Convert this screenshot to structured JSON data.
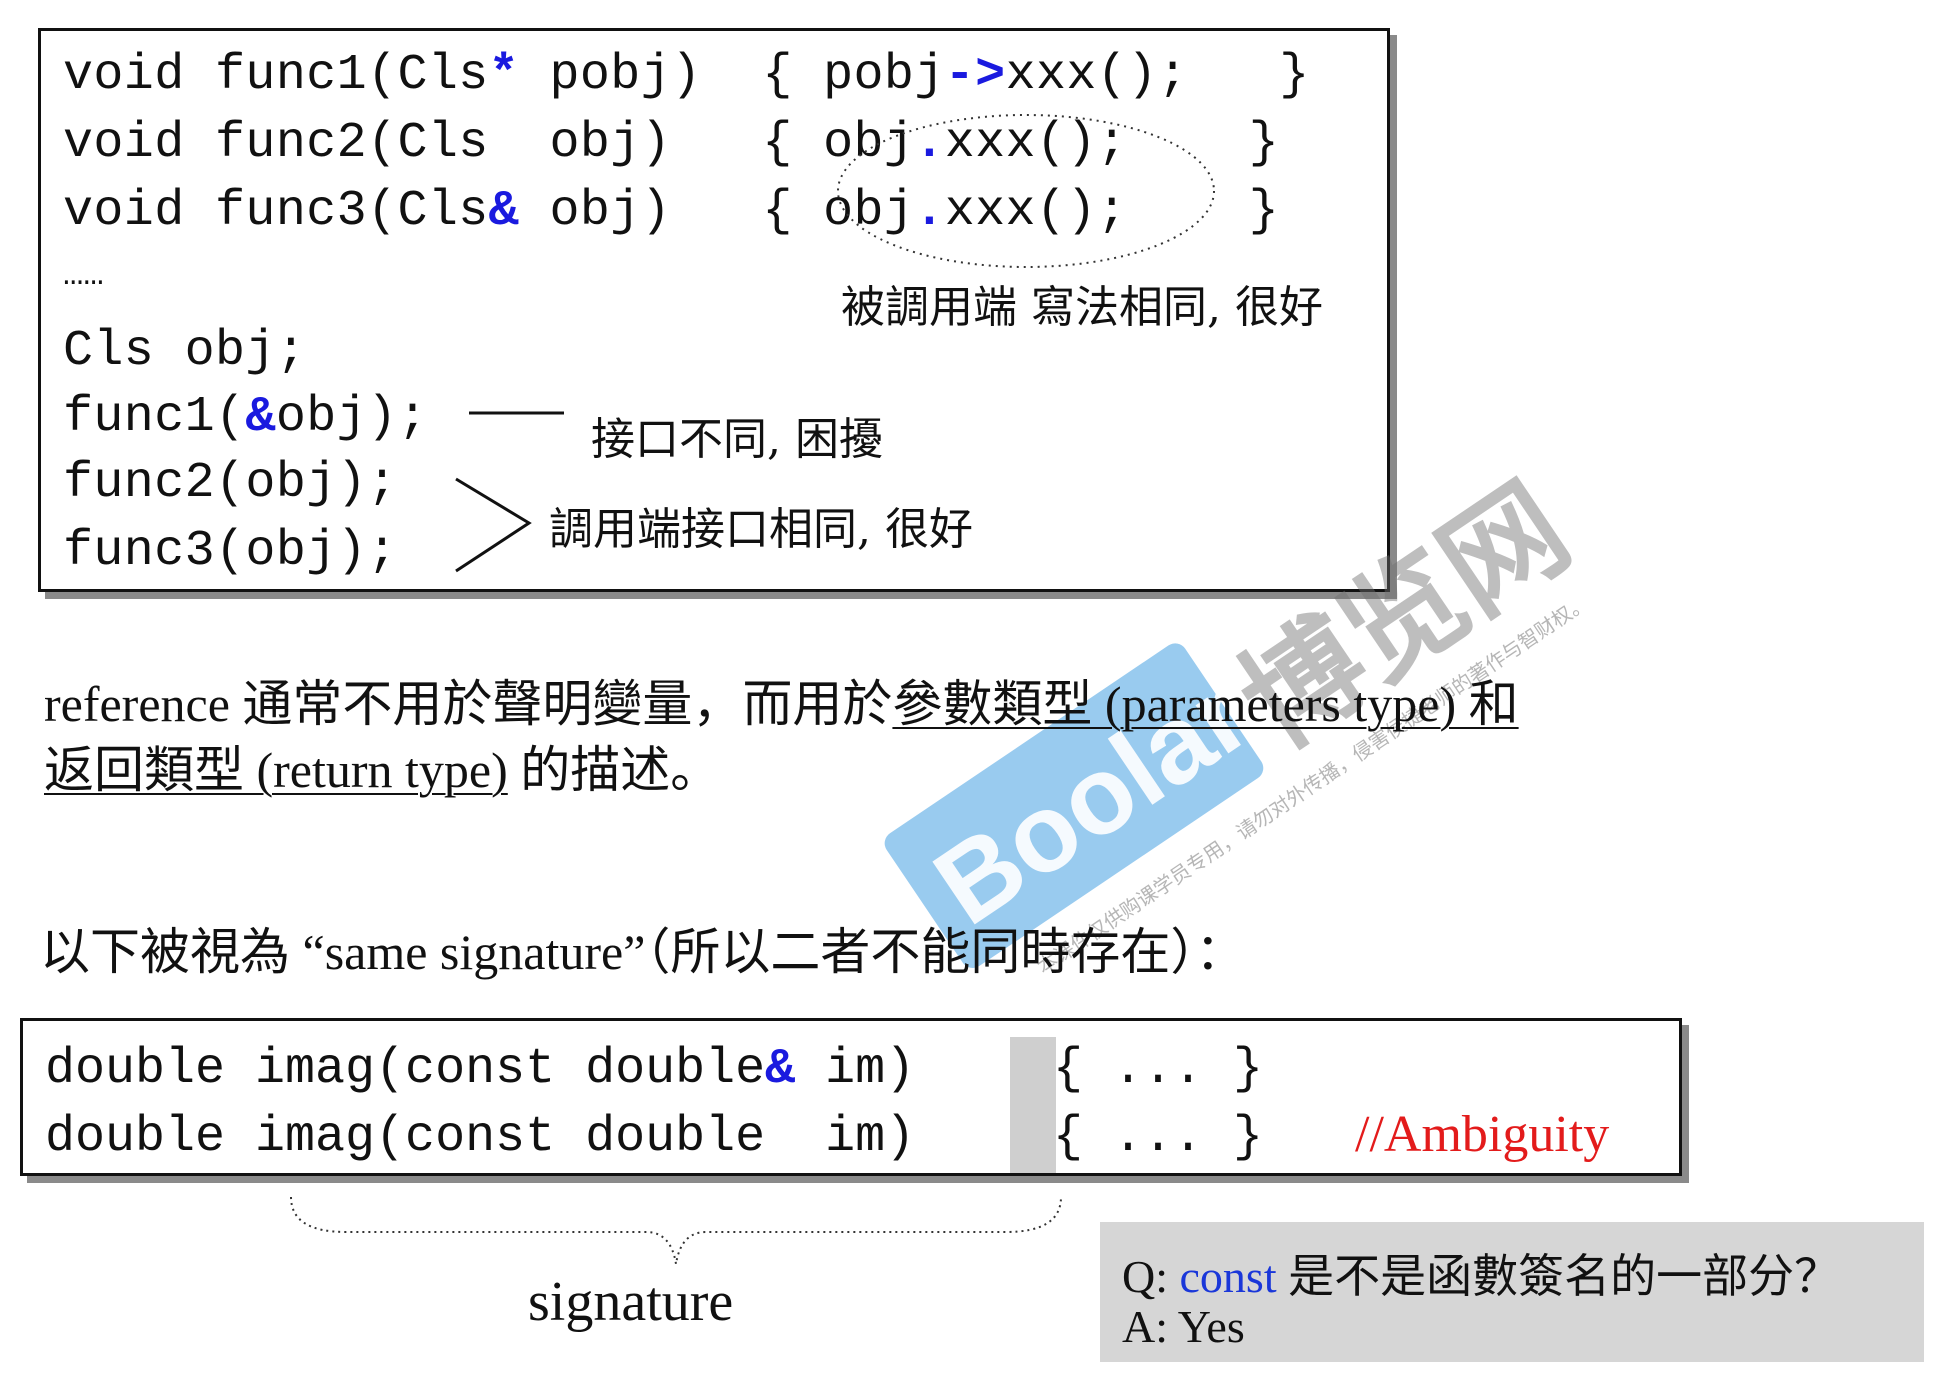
{
  "top_code": {
    "lines": [
      {
        "pre": "void func1(Cls",
        "sym": "*",
        "mid": " pobj)  { pobj",
        "sym2": "->",
        "post": "xxx();   }"
      },
      {
        "pre": "void func2(Cls  obj)   { obj",
        "sym": ".",
        "post": "xxx();    }"
      },
      {
        "pre": "void func3(Cls",
        "sym": "&",
        "mid": " obj)   { obj",
        "sym2": ".",
        "post": "xxx();    }"
      }
    ],
    "ellipsis": "……",
    "decl": "Cls obj;",
    "call1_pre": "func1(",
    "call1_sym": "&",
    "call1_post": "obj);",
    "call2": "func2(obj);",
    "call3": "func3(obj);",
    "note_callee": "被調用端 寫法相同, 很好",
    "note_call1": "接口不同, 困擾",
    "note_call23": "調用端接口相同, 很好"
  },
  "para1": {
    "line1_a": "reference 通常不用於聲明變量，而用於",
    "line1_u": "參數類型 (parameters type) 和",
    "line2_u": "返回類型 (return type)",
    "line2_b": " 的描述。"
  },
  "para2": "以下被視為 “same signature”（所以二者不能同時存在）：",
  "bottom_code": {
    "line1_pre": "double imag(const double",
    "line1_sym": "&",
    "line1_post": " im)",
    "line1_body": "{ ... }",
    "line2_pre": "double imag(const double  im)",
    "line2_body": "{ ... }",
    "comment": "//Ambiguity"
  },
  "signature_label": "signature",
  "qa": {
    "q_prefix": "Q: ",
    "q_const": "const",
    "q_rest": " 是不是函數簽名的一部分？",
    "a": "A: Yes"
  },
  "watermark": {
    "brand_cn": "博览网",
    "brand_en": "Boolan",
    "notice": "本课件仅供购课学员专用，请勿对外传播，侵害侯捷老师的著作与智财权。"
  },
  "colors": {
    "keyword_blue": "#1a1adf",
    "comment_red": "#e31b1b",
    "qa_bg": "#d6d6d6"
  }
}
